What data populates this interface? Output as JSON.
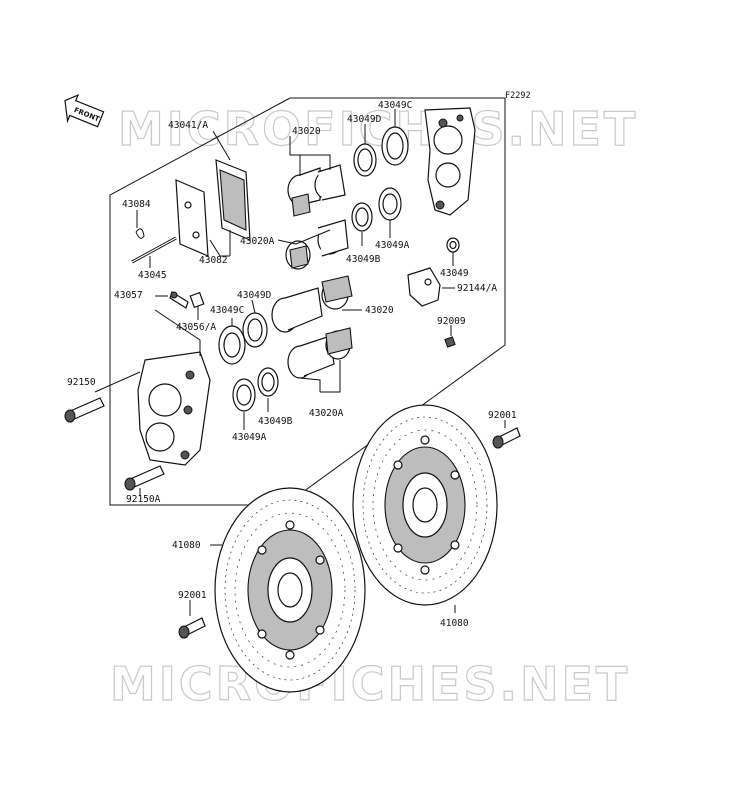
{
  "figure_code": "F2292",
  "front_badge": "FRONT",
  "watermark": "MICROFICHES.NET",
  "labels": {
    "p43041A": "43041/A",
    "p43020_top": "43020",
    "p43049D_top": "43049D",
    "p43049C_top": "43049C",
    "p43084": "43084",
    "p43082": "43082",
    "p43045": "43045",
    "p43020A_top": "43020A",
    "p43049B_top": "43049B",
    "p43049A_top": "43049A",
    "p43049_right": "43049",
    "p92144A": "92144/A",
    "p43057": "43057",
    "p43049D_mid": "43049D",
    "p43020_mid": "43020",
    "p43056A": "43056/A",
    "p43049C_mid": "43049C",
    "p92009": "92009",
    "p92150": "92150",
    "p43049B_bot": "43049B",
    "p43020A_bot": "43020A",
    "p43049A_bot": "43049A",
    "p92001_right": "92001",
    "p92150A": "92150A",
    "p41080_left": "41080",
    "p92001_left": "92001",
    "p41080_right": "41080"
  },
  "colors": {
    "line": "#111111",
    "watermark": "#c9c9c9",
    "shade": "#bdbdbd"
  }
}
